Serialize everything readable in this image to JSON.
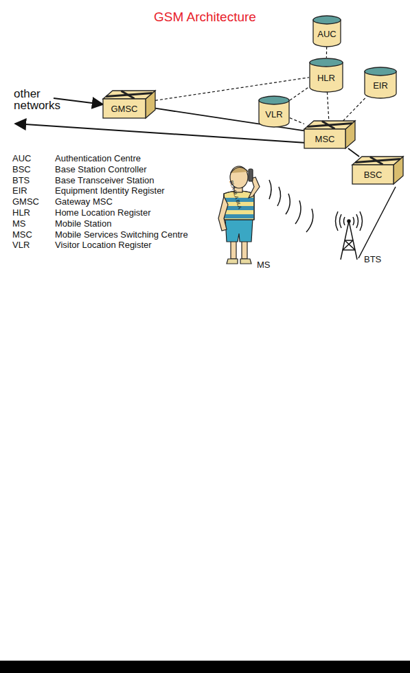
{
  "diagram": {
    "title": "GSM Architecture",
    "nodes": [
      {
        "text": [
          "AUC"
        ]
      },
      {
        "text": [
          "HLR"
        ]
      },
      {
        "text": [
          "EIR"
        ]
      },
      {
        "text": [
          "GMSC"
        ]
      },
      {
        "text": [
          "VLR"
        ]
      },
      {
        "text": [
          "MSC"
        ]
      },
      {
        "text": [
          "BSC"
        ]
      }
    ],
    "edges": [
      {
        "from": 0,
        "to": 1,
        "arrow": "none"
      },
      {
        "from": 3,
        "to": 1,
        "arrow": "none"
      },
      {
        "from": 4,
        "to": 1,
        "arrow": "none"
      },
      {
        "from": 1,
        "to": 5,
        "arrow": "none"
      },
      {
        "from": 2,
        "to": 5,
        "arrow": "none"
      },
      {
        "from": 4,
        "to": 5,
        "arrow": "none"
      },
      {
        "from": 3,
        "to": 5,
        "arrow": "none"
      },
      {
        "from": 5,
        "to": 6,
        "arrow": "none"
      }
    ],
    "labels": [
      "other networks",
      "AUC",
      "Authentication Centre",
      "BSC",
      "Base Station Controller",
      "BTS",
      "Base Transceiver Station",
      "EIR",
      "Equipment Identity Register",
      "GMSC",
      "Gateway MSC",
      "HLR",
      "Home Location Register",
      "MS",
      "Mobile Station",
      "MSC",
      "Mobile Services Switching Centre",
      "VLR",
      "Visitor Location Register",
      "BLA BLA BLA",
      "MS",
      "BTS"
    ]
  }
}
